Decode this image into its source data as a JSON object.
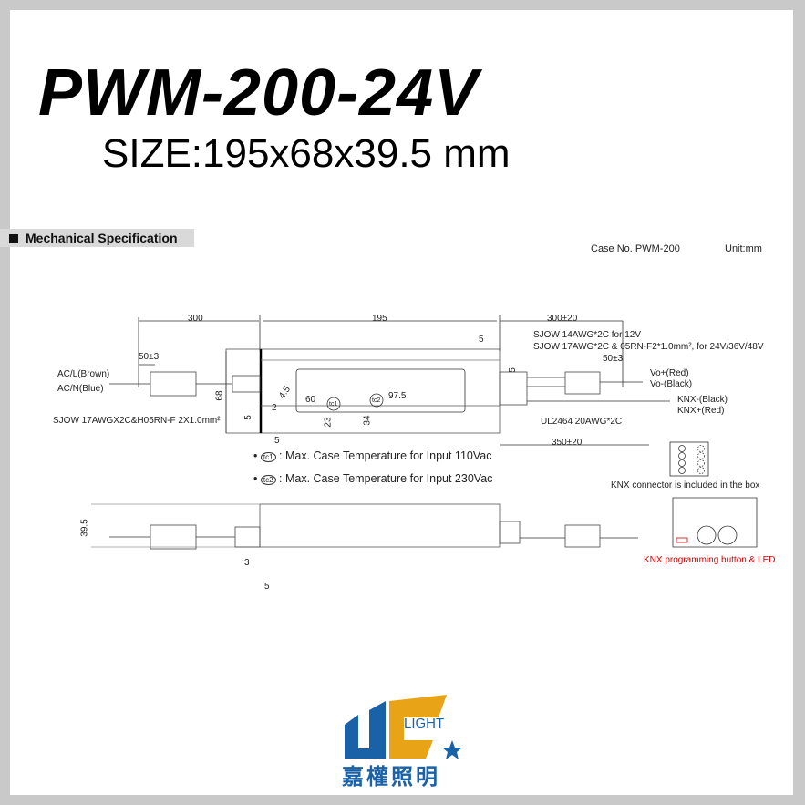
{
  "header": {
    "model": "PWM-200-24V",
    "size": "SIZE:195x68x39.5 mm"
  },
  "section_title": "Mechanical Specification",
  "case_info": {
    "case_no": "Case No. PWM-200",
    "unit": "Unit:mm"
  },
  "drawing": {
    "dim_300": "300",
    "dim_195": "195",
    "dim_300_20": "300±20",
    "dim_50_3_left": "50±3",
    "dim_50_3_right": "50±3",
    "dim_5_top": "5",
    "dim_68": "68",
    "dim_60": "60",
    "dim_97_5": "97.5",
    "dim_4_5": "4.5",
    "dim_2": "2",
    "dim_23": "23",
    "dim_34": "34",
    "dim_5_side": "5",
    "dim_5_bottom": "5",
    "dim_5_right": "5",
    "dim_350_20": "350±20",
    "dim_39_5": "39.5",
    "dim_3": "3",
    "tc1": "tc1",
    "tc2": "tc2",
    "ac_l": "AC/L(Brown)",
    "ac_n": "AC/N(Blue)",
    "input_cable": "SJOW 17AWGX2C&H05RN-F 2X1.0mm²",
    "out_cable_12v": "SJOW 14AWG*2C for 12V",
    "out_cable_other": "SJOW 17AWG*2C & 05RN-F2*1.0mm², for 24V/36V/48V",
    "vo_plus": "Vo+(Red)",
    "vo_minus": "Vo-(Black)",
    "knx_minus": "KNX-(Black)",
    "knx_plus": "KNX+(Red)",
    "knx_cable": "UL2464 20AWG*2C",
    "knx_connector_note": "KNX connector is included in the box",
    "knx_button_note": "KNX programming button & LED"
  },
  "notes": [
    {
      "badge": "tc1",
      "text": ": Max. Case Temperature for Input 110Vac"
    },
    {
      "badge": "tc2",
      "text": ": Max. Case Temperature for Input 230Vac"
    }
  ],
  "logo": {
    "brand": "LIGHT",
    "chinese": "嘉權照明",
    "blue": "#1a62a8",
    "orange": "#e8a317"
  }
}
